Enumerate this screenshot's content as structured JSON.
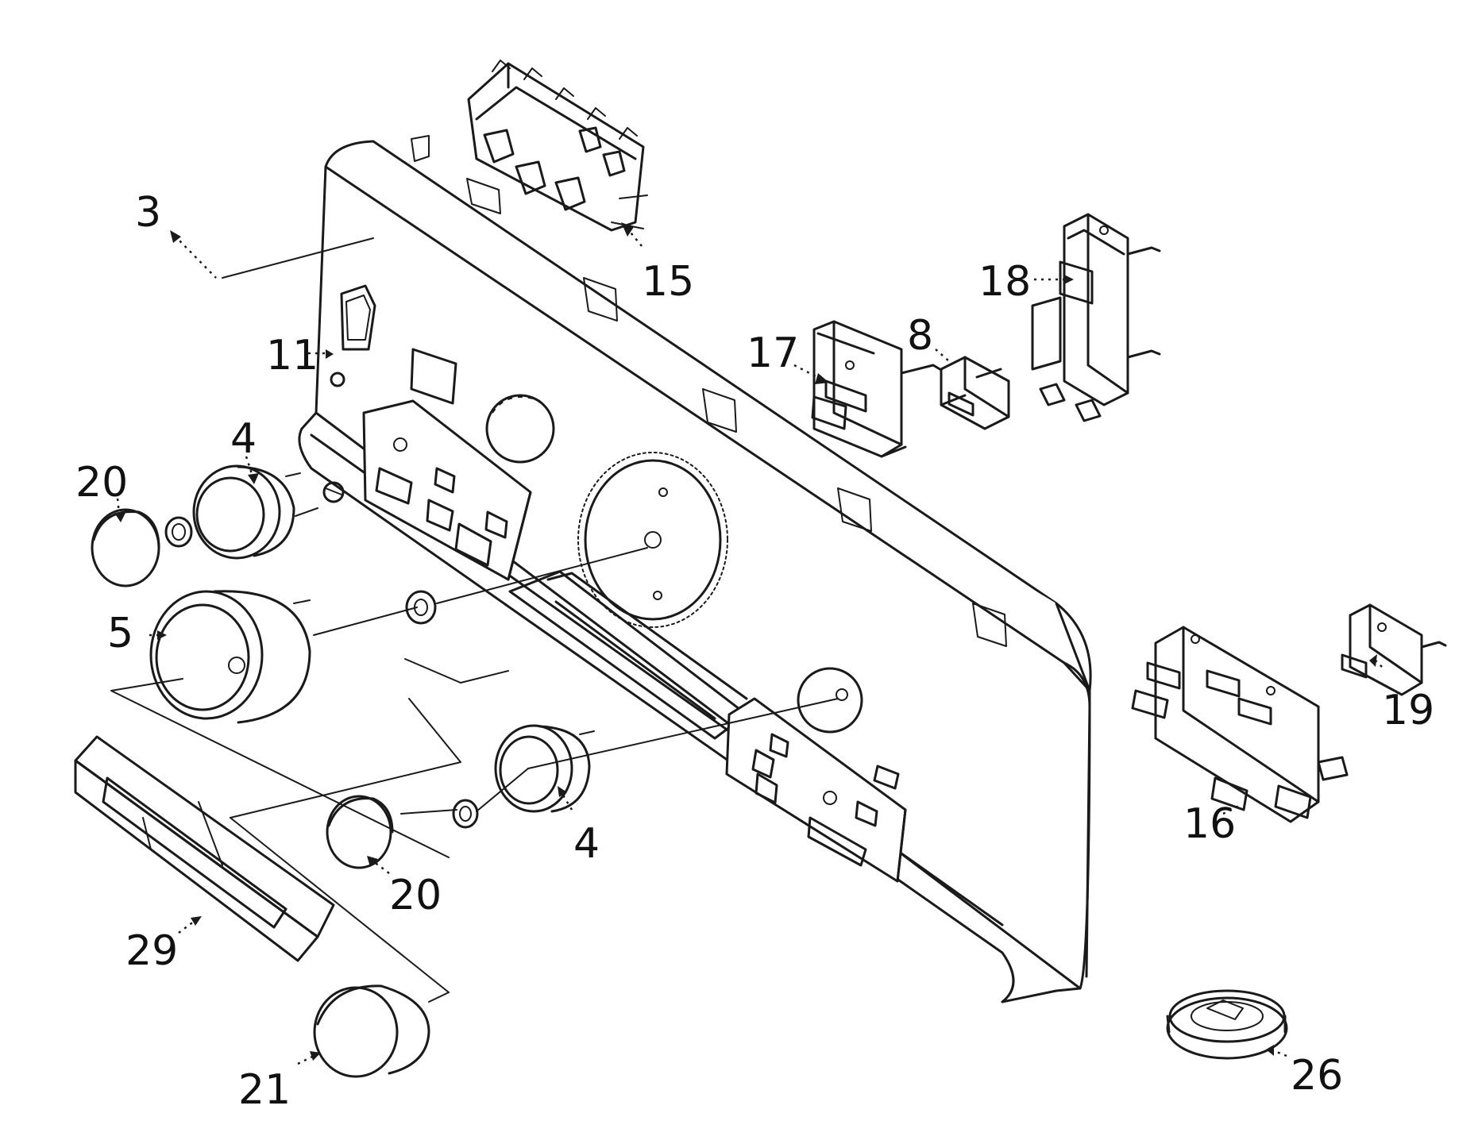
{
  "diagram": {
    "callouts": [
      {
        "id": "3",
        "label": "3"
      },
      {
        "id": "15",
        "label": "15"
      },
      {
        "id": "18",
        "label": "18"
      },
      {
        "id": "17",
        "label": "17"
      },
      {
        "id": "8",
        "label": "8"
      },
      {
        "id": "11",
        "label": "11"
      },
      {
        "id": "4a",
        "label": "4"
      },
      {
        "id": "20a",
        "label": "20"
      },
      {
        "id": "5",
        "label": "5"
      },
      {
        "id": "4b",
        "label": "4"
      },
      {
        "id": "20b",
        "label": "20"
      },
      {
        "id": "29",
        "label": "29"
      },
      {
        "id": "21",
        "label": "21"
      },
      {
        "id": "16",
        "label": "16"
      },
      {
        "id": "19",
        "label": "19"
      },
      {
        "id": "26",
        "label": "26"
      }
    ]
  },
  "colors": {
    "ink": "#1a1a1a",
    "paper": "#ffffff"
  }
}
